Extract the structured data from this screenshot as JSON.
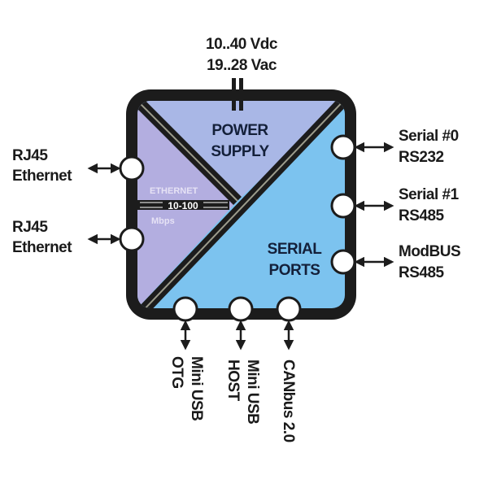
{
  "diagram": {
    "colors": {
      "frame": "#1c1c1c",
      "power_region": "#a9b7e6",
      "ethernet_region": "#b3aee0",
      "serial_region": "#7cc3ef",
      "port_fill": "#ffffff",
      "divider_highlight": "#9c9c8c"
    },
    "power_input": {
      "line1": "10..40 Vdc",
      "line2": "19..28 Vac"
    },
    "regions": {
      "power": {
        "line1": "POWER",
        "line2": "SUPPLY"
      },
      "serial": {
        "line1": "SERIAL",
        "line2": "PORTS"
      },
      "ethernet": {
        "line1": "ETHERNET",
        "speed": "10-100",
        "line3": "Mbps"
      }
    },
    "left_ports": [
      {
        "line1": "RJ45",
        "line2": "Ethernet"
      },
      {
        "line1": "RJ45",
        "line2": "Ethernet"
      }
    ],
    "right_ports": [
      {
        "line1": "Serial #0",
        "line2": "RS232"
      },
      {
        "line1": "Serial #1",
        "line2": "RS485"
      },
      {
        "line1": "ModBUS",
        "line2": "RS485"
      }
    ],
    "bottom_ports": [
      {
        "line1": "Mini USB",
        "line2": "OTG"
      },
      {
        "line1": "Mini USB",
        "line2": "HOST"
      },
      {
        "line1": "CANbus 2.0",
        "line2": ""
      }
    ]
  }
}
